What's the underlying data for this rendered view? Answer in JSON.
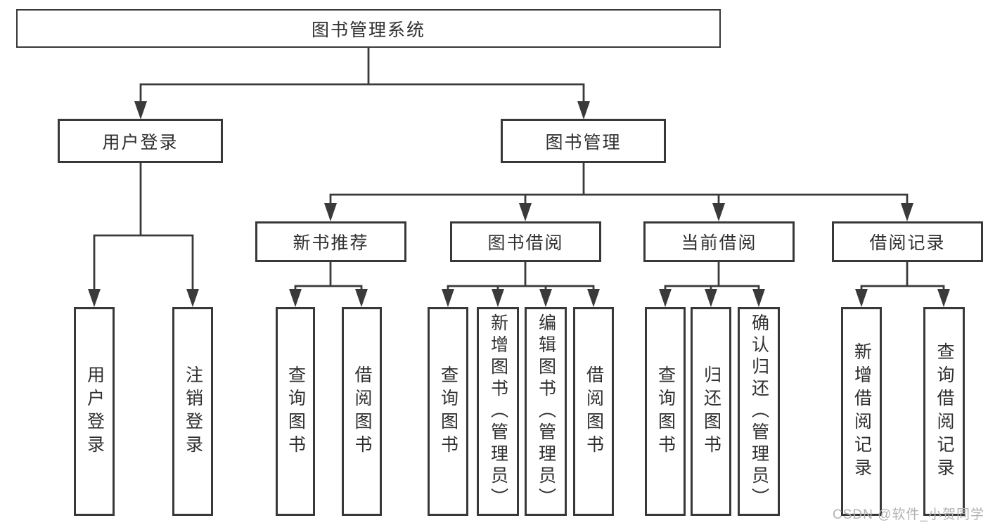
{
  "tree": {
    "root": {
      "label": "图书管理系统"
    },
    "branches": [
      {
        "label": "用户登录",
        "leaves": [
          {
            "label": "用户登录"
          },
          {
            "label": "注销登录"
          }
        ]
      },
      {
        "label": "图书管理",
        "sections": [
          {
            "label": "新书推荐",
            "leaves": [
              {
                "label": "查询图书"
              },
              {
                "label": "借阅图书"
              }
            ]
          },
          {
            "label": "图书借阅",
            "leaves": [
              {
                "label": "查询图书"
              },
              {
                "label": "新增图书（管理员）"
              },
              {
                "label": "编辑图书（管理员）"
              },
              {
                "label": "借阅图书"
              }
            ]
          },
          {
            "label": "当前借阅",
            "leaves": [
              {
                "label": "查询图书"
              },
              {
                "label": "归还图书"
              },
              {
                "label": "确认归还（管理员）"
              }
            ]
          },
          {
            "label": "借阅记录",
            "leaves": [
              {
                "label": "新增借阅记录"
              },
              {
                "label": "查询借阅记录"
              }
            ]
          }
        ]
      }
    ]
  },
  "watermark": "CSDN @软件_小贺同学",
  "colors": {
    "line": "#3a3a3a",
    "text": "#303030",
    "watermark": "#b2b2b2",
    "background": "#ffffff"
  }
}
